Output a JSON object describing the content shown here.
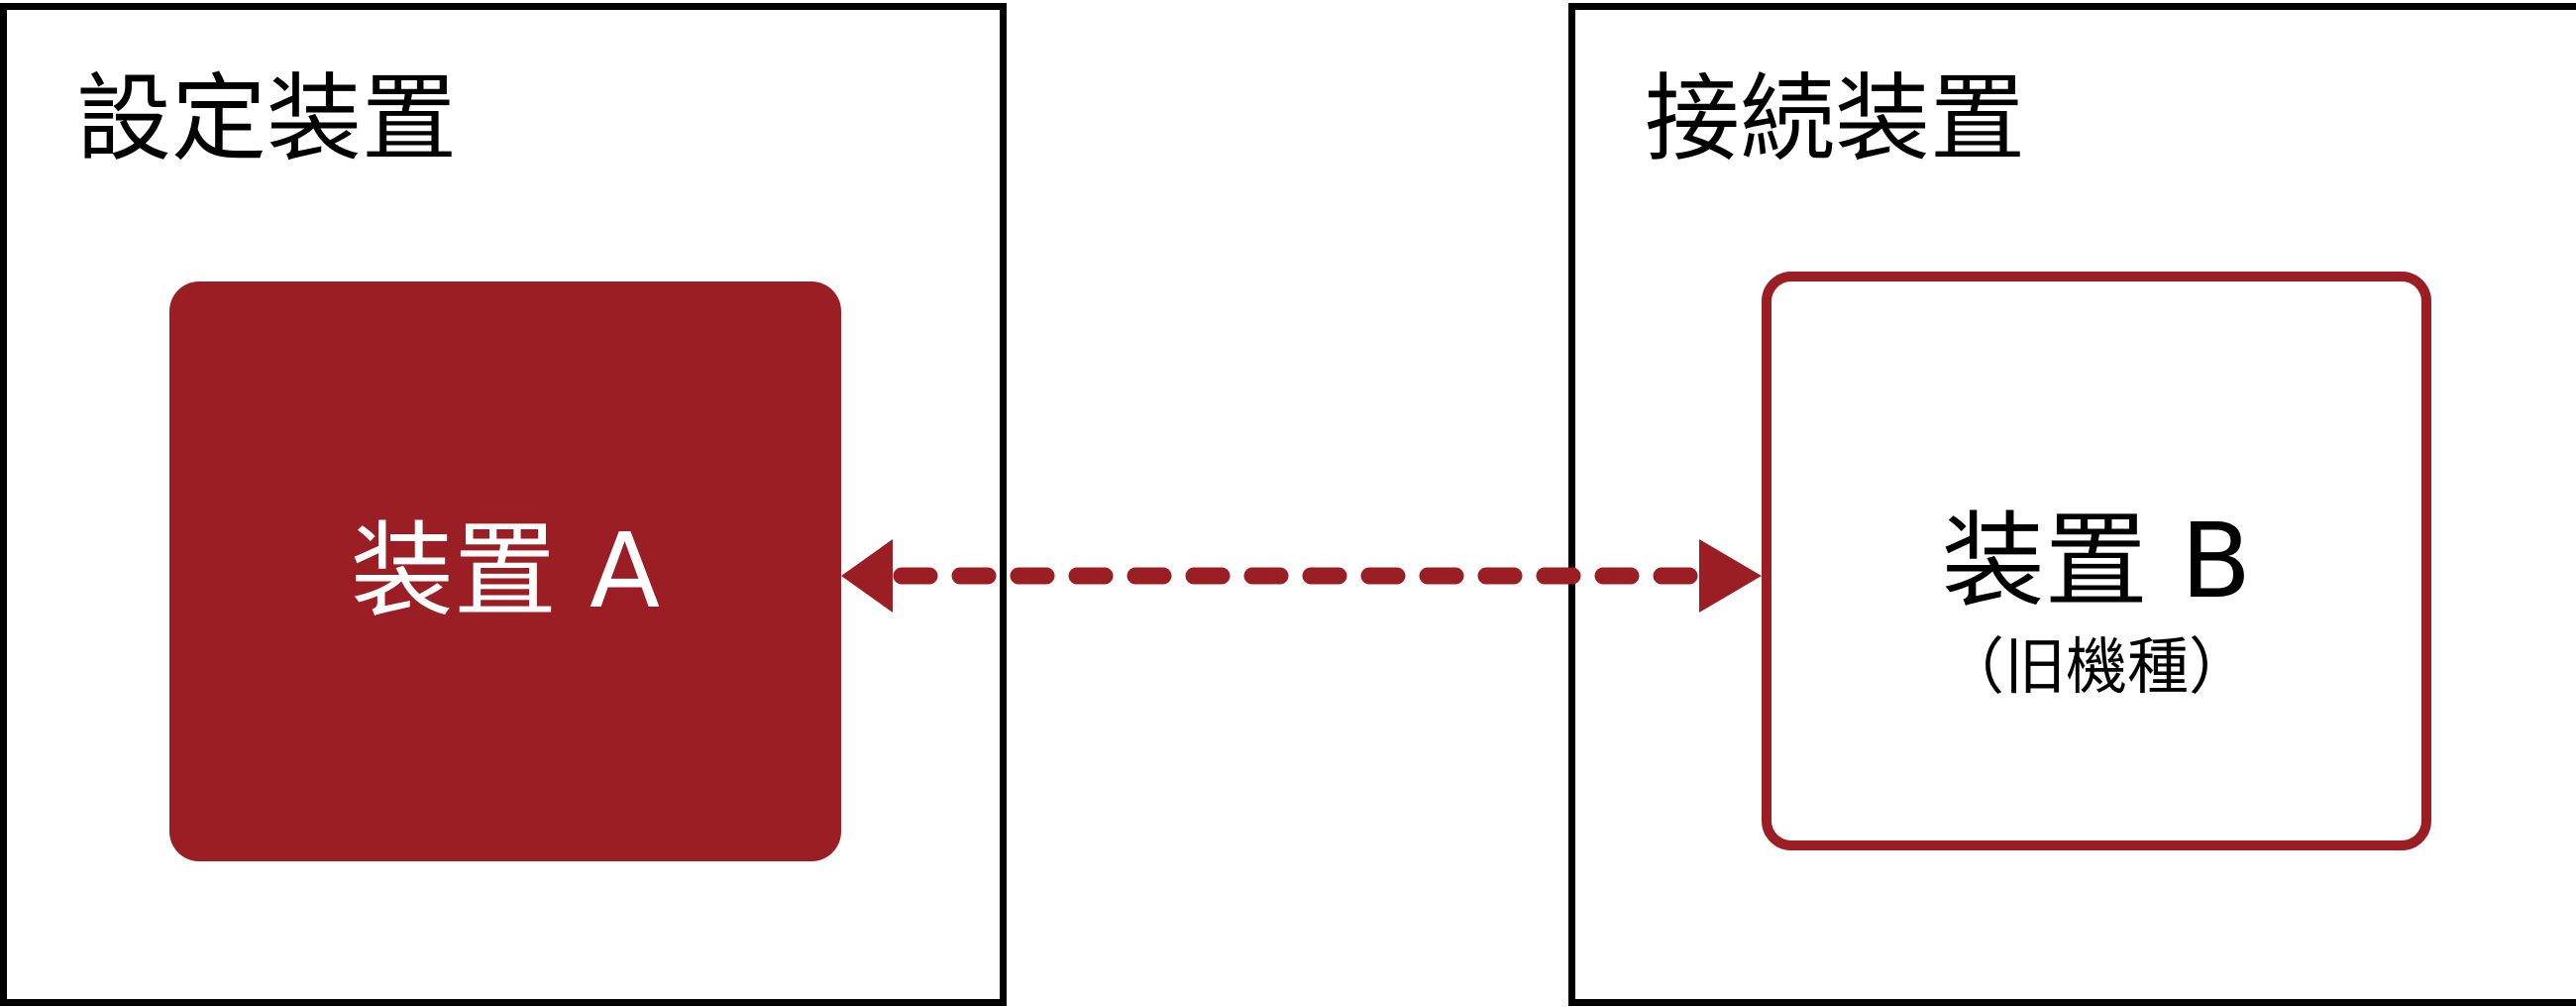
{
  "groups": [
    {
      "title": "設定装置"
    },
    {
      "title": "接続装置"
    }
  ],
  "devices": {
    "a": {
      "label": "装置 A"
    },
    "b": {
      "label": "装置 B",
      "note": "（旧機種）"
    }
  },
  "colors": {
    "accent": "#9b1e24",
    "border": "#000000"
  },
  "connection": {
    "style": "dashed",
    "direction": "bidirectional"
  }
}
